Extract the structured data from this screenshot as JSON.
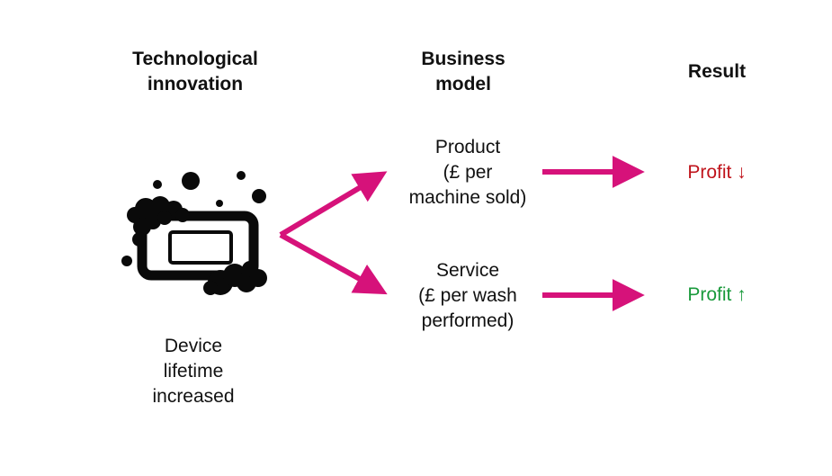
{
  "headers": {
    "technology": "Technological\ninnovation",
    "business_model": "Business\nmodel",
    "result": "Result"
  },
  "technology": {
    "icon": "washing-machine-soap-icon",
    "label": "Device\nlifetime\nincreased"
  },
  "models": {
    "product": "Product\n(£ per\nmachine sold)",
    "service": "Service\n(£ per wash\nperformed)"
  },
  "results": {
    "product": "Profit ↓",
    "service": "Profit ↑"
  },
  "colors": {
    "arrow": "#d6127a",
    "profit_down": "#c0141c",
    "profit_up": "#1a9a3c",
    "icon": "#0a0a0a"
  }
}
